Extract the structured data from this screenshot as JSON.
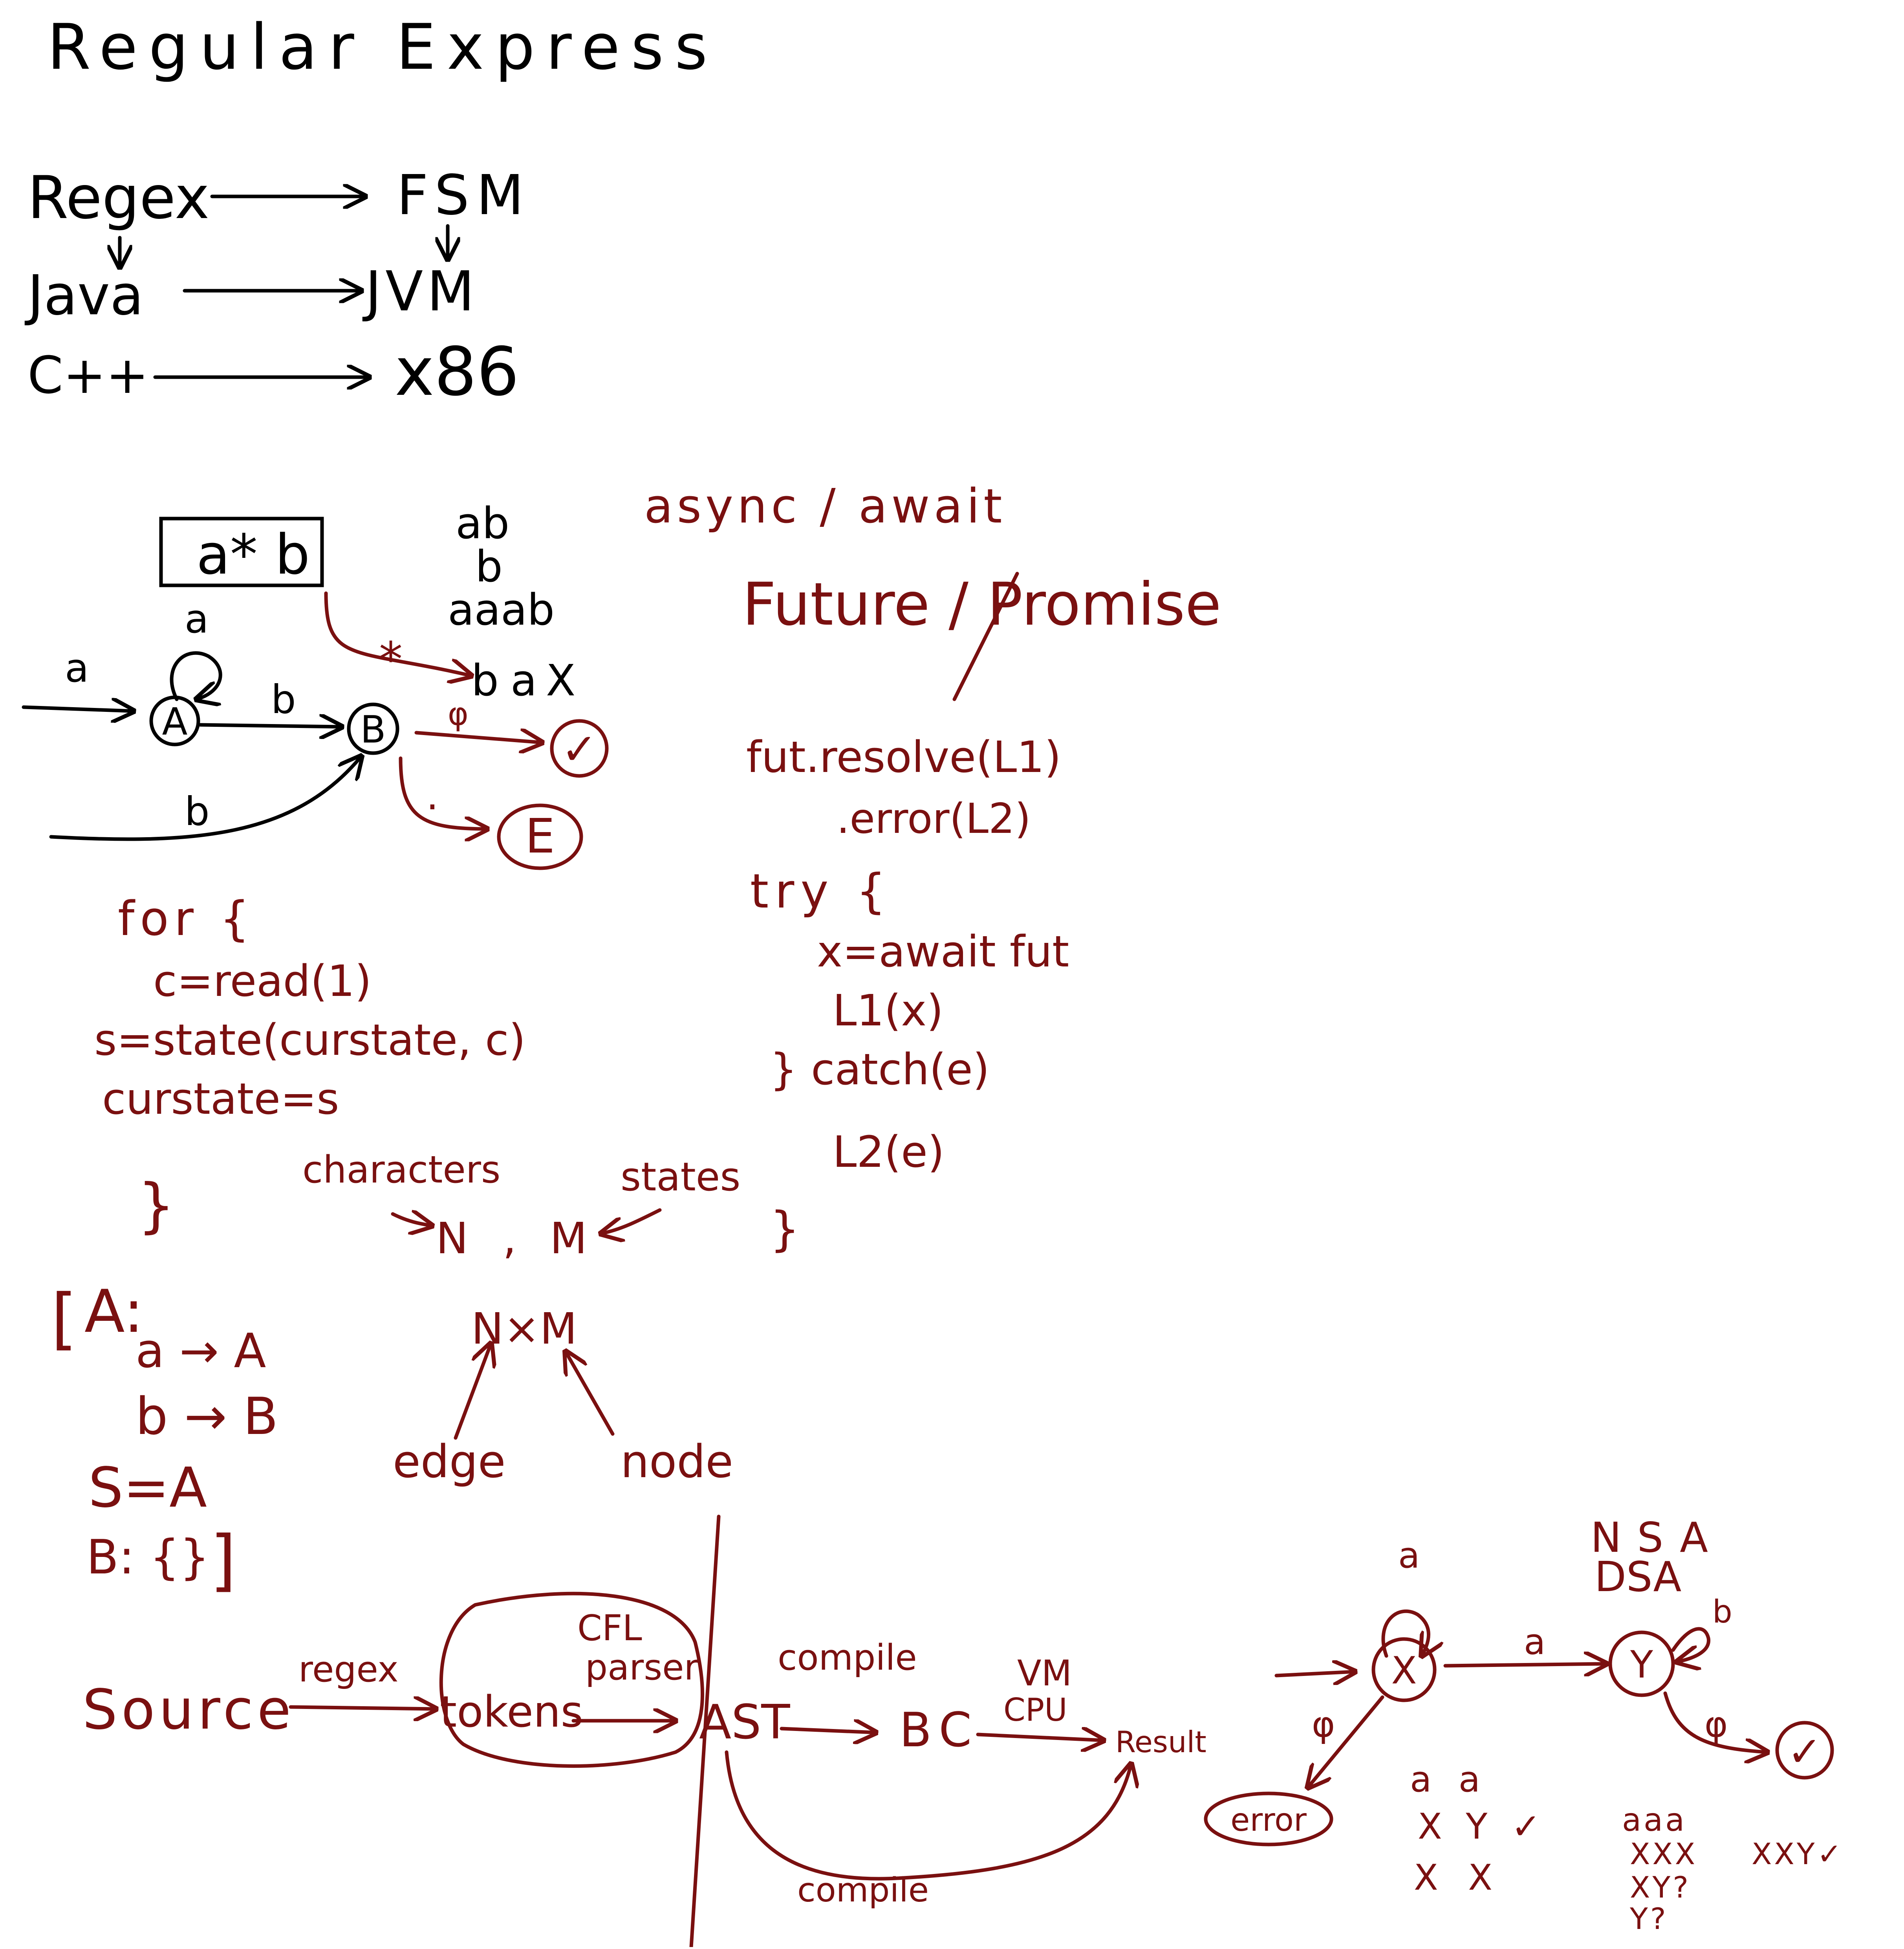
{
  "title": "Regular Express",
  "pipeline": {
    "regex": "Regex",
    "fsm": "FSM",
    "java": "Java",
    "jvm": "JVM",
    "cpp": "C++",
    "x86": "x86"
  },
  "fsm_example": {
    "pattern": "a* b",
    "matches": [
      "ab",
      "b",
      "aaab"
    ],
    "nonmatch": "ba",
    "nonmatch_mark": "X",
    "cross_mark": "*",
    "state_a": "A",
    "state_b": "B",
    "state_e": "E",
    "accept_mark": "✓",
    "edge_a_in": "a",
    "edge_a_loop": "a",
    "edge_b": "b",
    "edge_b_bottom": "b",
    "edge_eof": "φ",
    "edge_other": "."
  },
  "loop_code": {
    "lines": [
      "for {",
      "c=read(1)",
      "s=state(curstate, c)",
      "curstate=s",
      "}"
    ],
    "characters_label": "characters",
    "states_label": "states",
    "n": "N",
    "comma": ",",
    "m": "M",
    "nxm": "N×M",
    "edge_label": "edge",
    "node_label": "node"
  },
  "table": {
    "open": "[",
    "a_header": "A:",
    "rows": [
      "a → A",
      "b → B"
    ],
    "start": "S=A",
    "b_entry": "B: {}",
    "close": "]"
  },
  "async": {
    "heading": "async / await",
    "future": "Future / Promise",
    "code": [
      "fut.resolve(L1)",
      ".error(L2)",
      "try {",
      "x=await fut",
      "L1(x)",
      "} catch(e)",
      "L2(e)",
      "}"
    ]
  },
  "compiler": {
    "source": "Source",
    "regex_label": "regex",
    "tokens": "tokens",
    "cfl_label": "CFL",
    "parser_label": "parser",
    "ast": "AST",
    "compile_top": "compile",
    "bc": "BC",
    "vm_label": "VM",
    "cpu_label": "CPU",
    "result": "Result",
    "compile_bottom": "compile"
  },
  "nfa": {
    "title_nfa": "NSA",
    "title_dfa": "DSA",
    "state_x": "X",
    "state_y": "Y",
    "loop_x": "a",
    "loop_y": "b",
    "edge_xy": "a",
    "edge_x_err": "φ",
    "edge_y_acc": "φ",
    "error": "error",
    "accept_mark": "✓",
    "trace1": [
      "a a",
      "X Y ✓",
      "X X"
    ],
    "trace2": [
      "aaa",
      "XXX",
      "XY?",
      "Y?"
    ],
    "trace2_ok": "XXY✓"
  }
}
